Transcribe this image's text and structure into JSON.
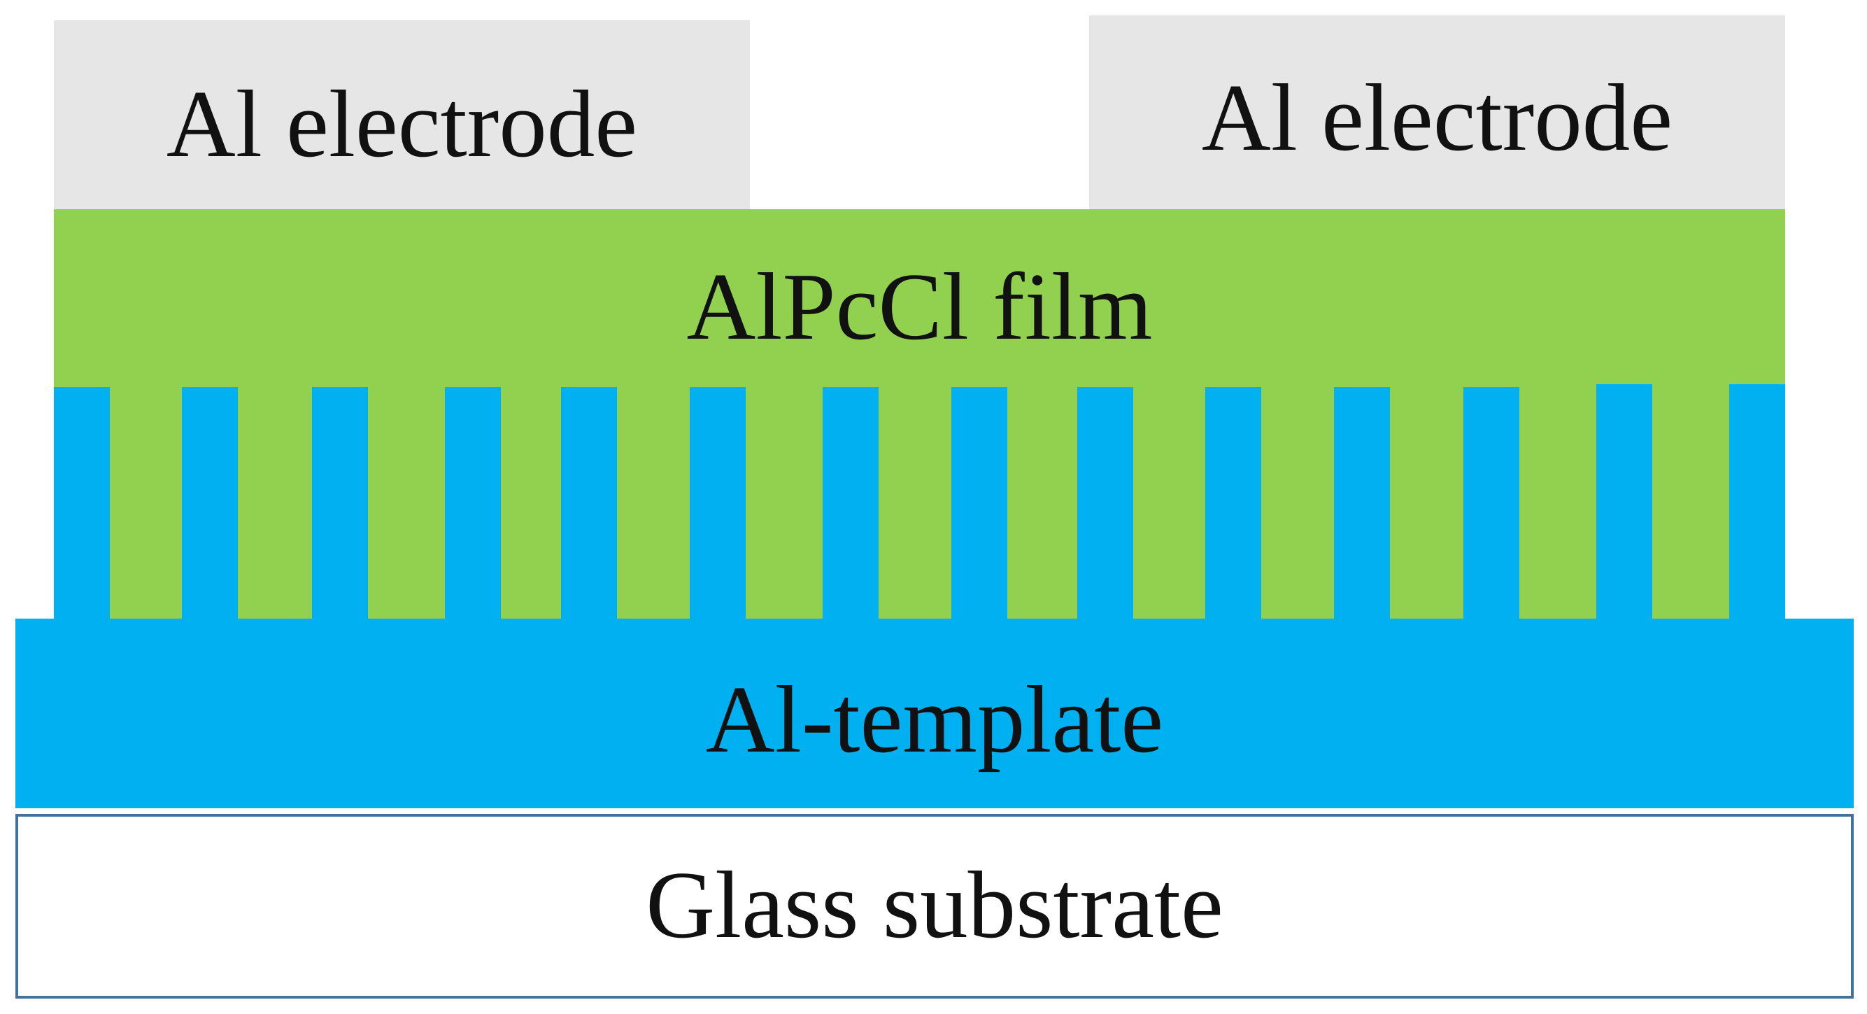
{
  "diagram": {
    "electrode_left_label": "Al electrode",
    "electrode_right_label": "Al electrode",
    "film_label": "AlPcCl film",
    "template_label": "Al-template",
    "substrate_label": "Glass substrate"
  },
  "colors": {
    "electrode": "#e6e6e6",
    "film": "#92d050",
    "template": "#00b0f0",
    "substrate_fill": "#ffffff",
    "substrate_border": "#41719c",
    "text": "#111111"
  }
}
